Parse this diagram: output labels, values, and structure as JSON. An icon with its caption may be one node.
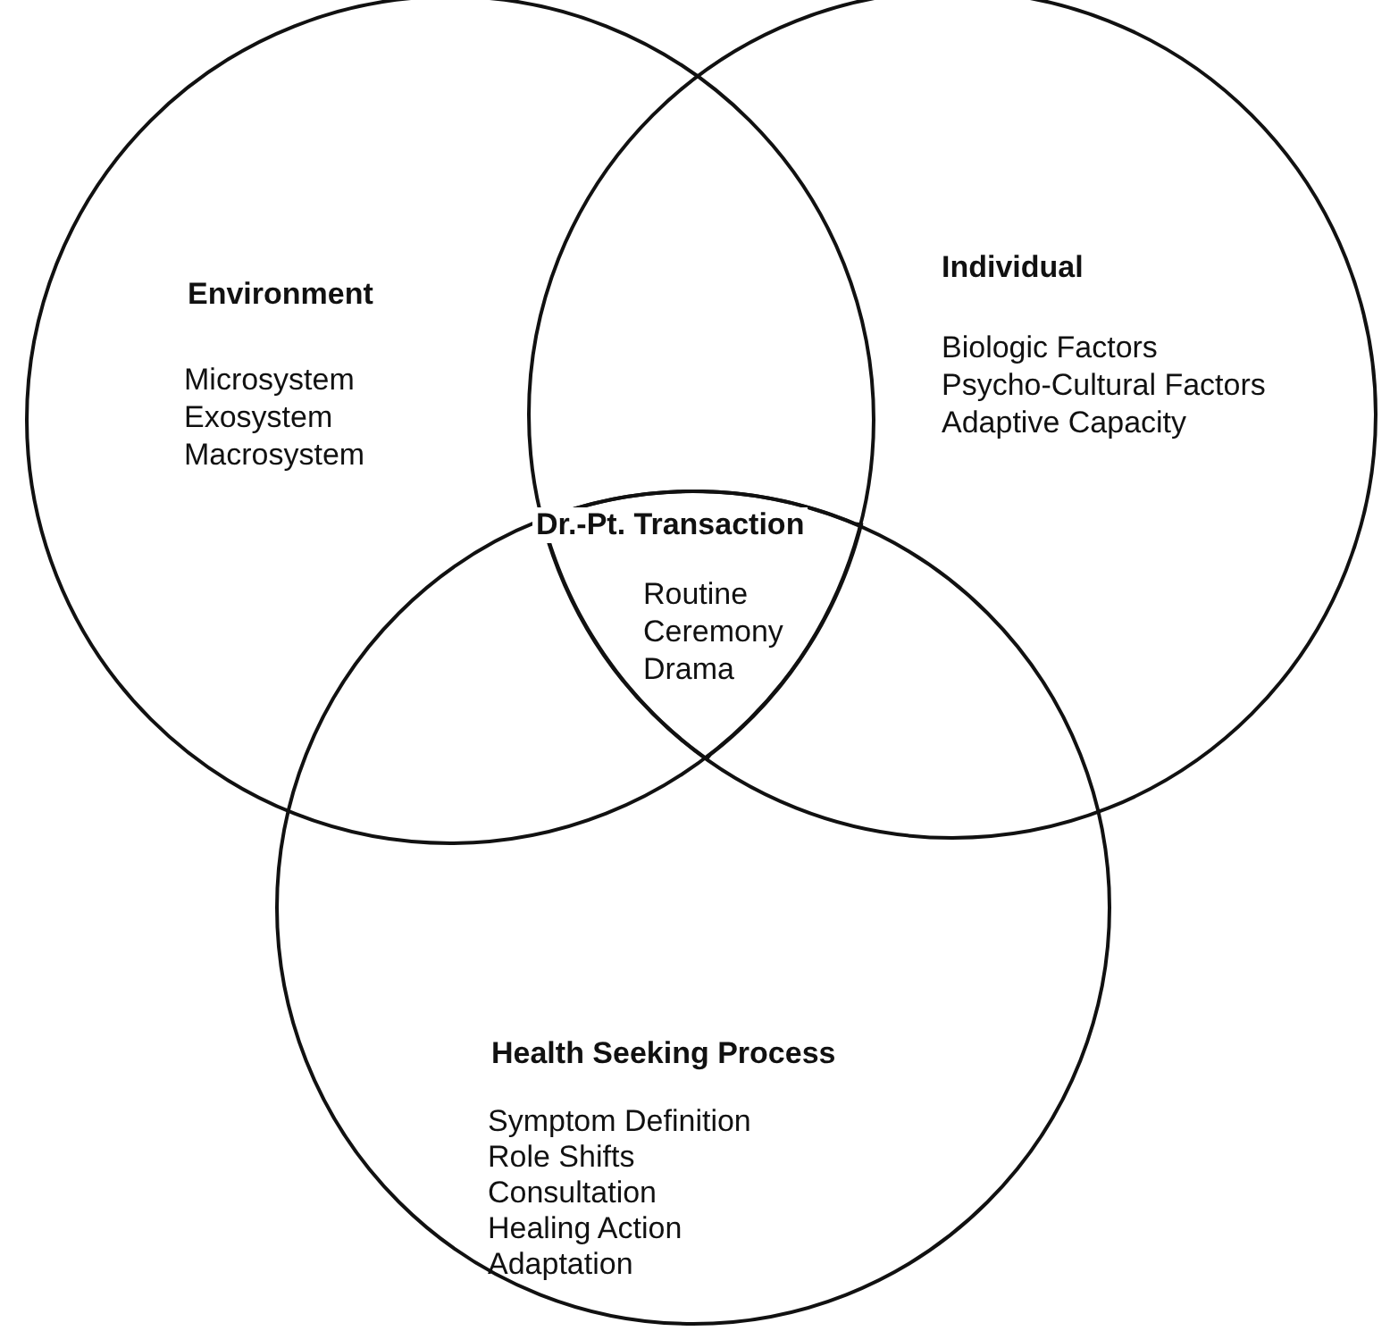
{
  "diagram": {
    "nodes": [
      {
        "text": [
          "Environment",
          "Microsystem",
          "Exosystem",
          "Macrosystem"
        ]
      },
      {
        "text": [
          "Individual",
          "Biologic Factors",
          "Psycho-Cultural Factors",
          "Adaptive Capacity"
        ]
      },
      {
        "text": [
          "Health Seeking Process",
          "Symptom Definition",
          "Role Shifts",
          "Consultation",
          "Healing Action",
          "Adaptation"
        ]
      },
      {
        "text": [
          "Dr.-Pt. Transaction",
          "Routine",
          "Ceremony",
          "Drama"
        ]
      }
    ],
    "edges": []
  }
}
